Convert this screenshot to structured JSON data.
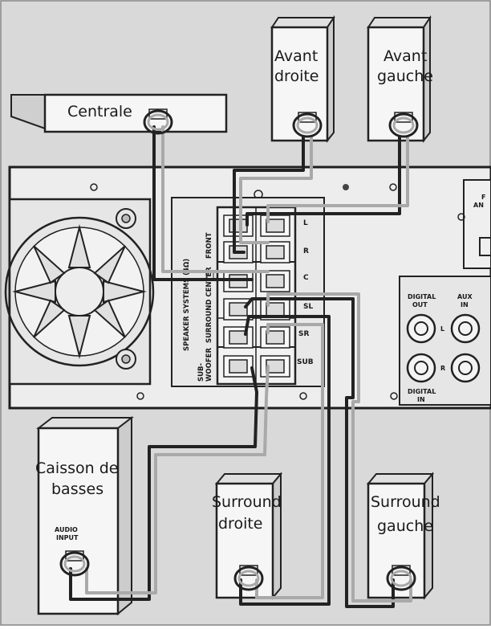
{
  "speakers": {
    "center": "Centrale",
    "front_right": [
      "Avant",
      "droite"
    ],
    "front_left": [
      "Avant",
      "gauche"
    ],
    "subwoofer": [
      "Caisson de",
      "basses"
    ],
    "surround_right": [
      "Surround",
      "droite"
    ],
    "surround_left": [
      "Surround",
      "gauche"
    ]
  },
  "subwoofer_input": [
    "AUDIO",
    "INPUT"
  ],
  "panel": {
    "speaker_systems": "SPEAKER SYSTEMS (4Ω)",
    "group_front": "FRONT",
    "group_surround_center": "SURROUND CENTER",
    "group_subwoofer": [
      "SUB-",
      "WOOFER"
    ],
    "terminals": [
      "L",
      "R",
      "C",
      "SL",
      "SR",
      "SUB"
    ],
    "digital_out": [
      "DIGITAL",
      "OUT"
    ],
    "digital_in": [
      "DIGITAL",
      "IN"
    ],
    "aux_in": [
      "AUX",
      "IN"
    ],
    "jack_l": "L",
    "jack_r": "R",
    "fm_partial": [
      "F",
      "AN"
    ]
  },
  "colors": {
    "background": "#d9d9d9",
    "cable_dark": "#2a2a2a",
    "cable_light": "#a9a9a9",
    "panel": "#ededed",
    "speaker": "#f2f2f2"
  }
}
